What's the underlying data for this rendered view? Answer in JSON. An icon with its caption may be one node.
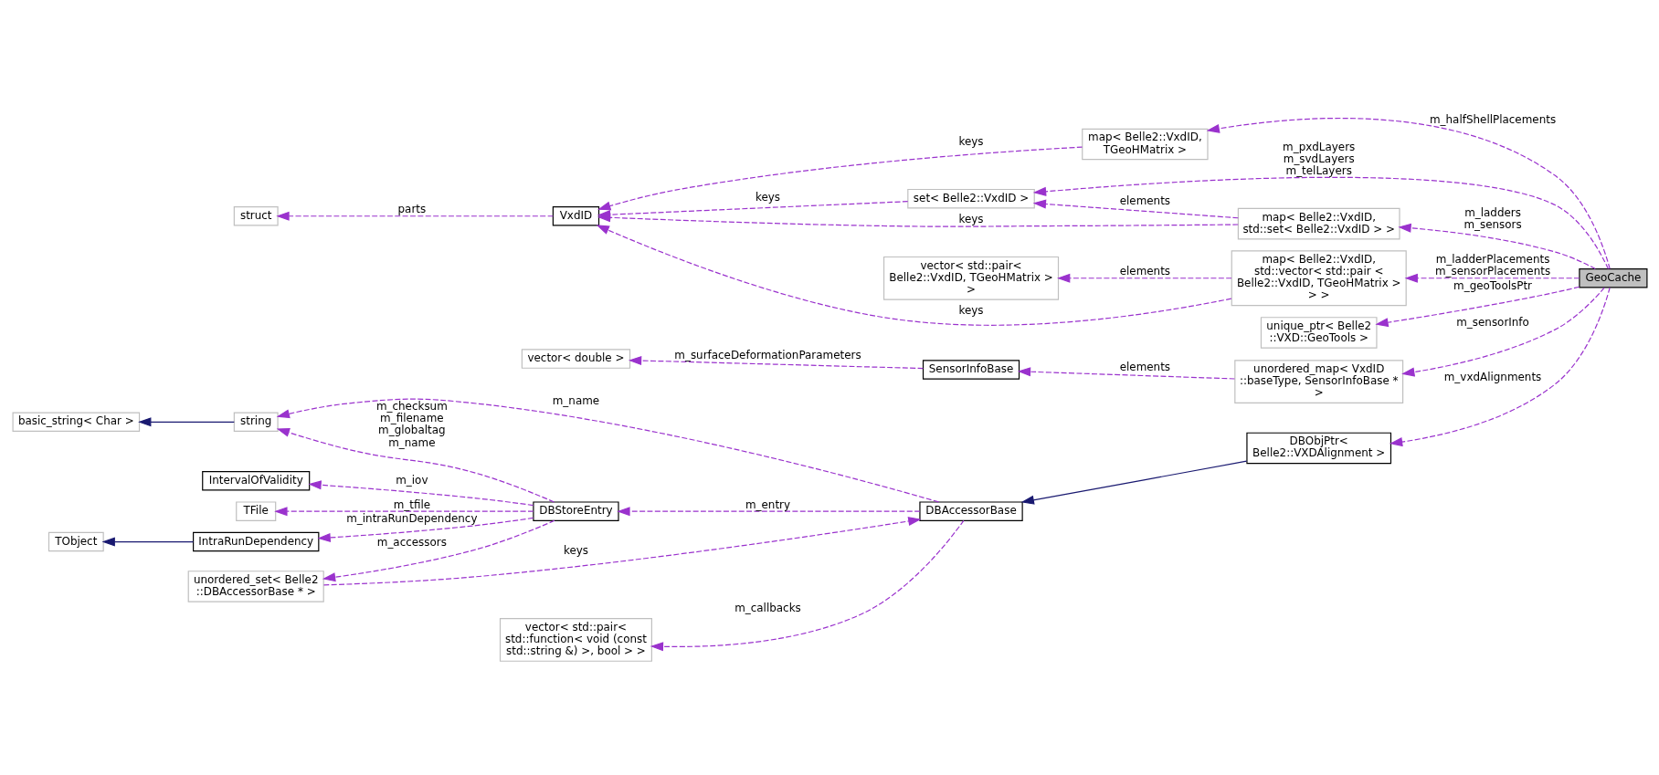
{
  "diagram": {
    "nodes": [
      {
        "text": [
          "GeoCache"
        ]
      },
      {
        "text": [
          "map< Belle2::VxdID, std::vector< std::pair < Belle2::VxdID, TGeoHMatrix > > >"
        ]
      },
      {
        "text": [
          "vector< std::pair< Belle2::VxdID, TGeoHMatrix > >"
        ]
      },
      {
        "text": [
          "VxdID"
        ]
      },
      {
        "text": [
          "struct"
        ]
      },
      {
        "text": [
          "map< Belle2::VxdID, std::set< Belle2::VxdID > >"
        ]
      },
      {
        "text": [
          "set< Belle2::VxdID >"
        ]
      },
      {
        "text": [
          "unique_ptr< Belle2 ::VXD::GeoTools >"
        ]
      },
      {
        "text": [
          "map< Belle2::VxdID, TGeoHMatrix >"
        ]
      },
      {
        "text": [
          "unordered_map< VxdID ::baseType, SensorInfoBase * >"
        ]
      },
      {
        "text": [
          "SensorInfoBase"
        ]
      },
      {
        "text": [
          "vector< double >"
        ]
      },
      {
        "text": [
          "DBObjPtr< Belle2::VXDAlignment >"
        ]
      },
      {
        "text": [
          "DBAccessorBase"
        ]
      },
      {
        "text": [
          "vector< std::pair< std::function< void (const std::string &) >, bool > >"
        ]
      },
      {
        "text": [
          "string"
        ]
      },
      {
        "text": [
          "basic_string< Char >"
        ]
      },
      {
        "text": [
          "DBStoreEntry"
        ]
      },
      {
        "text": [
          "unordered_set< Belle2 ::DBAccessorBase * >"
        ]
      },
      {
        "text": [
          "IntervalOfValidity"
        ]
      },
      {
        "text": [
          "TFile"
        ]
      },
      {
        "text": [
          "TObject"
        ]
      },
      {
        "text": [
          "IntraRunDependency"
        ]
      }
    ],
    "edges": [
      {
        "from": 0,
        "to": 1,
        "arrow": "to",
        "label": "m_ladderPlacements m_sensorPlacements",
        "style": "dashed"
      },
      {
        "from": 1,
        "to": 2,
        "arrow": "to",
        "label": "elements",
        "style": "dashed"
      },
      {
        "from": 1,
        "to": 3,
        "arrow": "to",
        "label": "keys",
        "style": "dashed"
      },
      {
        "from": 5,
        "to": 3,
        "arrow": "to",
        "label": "keys",
        "style": "dashed"
      },
      {
        "from": 3,
        "to": 4,
        "arrow": "to",
        "label": "parts",
        "style": "dashed"
      },
      {
        "from": 6,
        "to": 3,
        "arrow": "to",
        "label": "keys",
        "style": "dashed"
      },
      {
        "from": 8,
        "to": 3,
        "arrow": "to",
        "label": "keys",
        "style": "dashed"
      },
      {
        "from": 5,
        "to": 6,
        "arrow": "to",
        "label": "elements",
        "style": "dashed"
      },
      {
        "from": 0,
        "to": 5,
        "arrow": "to",
        "label": "m_ladders m_sensors",
        "style": "dashed"
      },
      {
        "from": 0,
        "to": 7,
        "arrow": "to",
        "label": "m_geoToolsPtr",
        "style": "dashed"
      },
      {
        "from": 0,
        "to": 6,
        "arrow": "to",
        "label": "m_pxdLayers m_svdLayers m_telLayers",
        "style": "dashed"
      },
      {
        "from": 0,
        "to": 8,
        "arrow": "to",
        "label": "m_halfShellPlacements",
        "style": "dashed"
      },
      {
        "from": 0,
        "to": 9,
        "arrow": "to",
        "label": "m_sensorInfo",
        "style": "dashed"
      },
      {
        "from": 9,
        "to": 10,
        "arrow": "to",
        "label": "elements",
        "style": "dashed"
      },
      {
        "from": 10,
        "to": 11,
        "arrow": "to",
        "label": "m_surfaceDeformationParameters",
        "style": "dashed"
      },
      {
        "from": 0,
        "to": 12,
        "arrow": "to",
        "label": "m_vxdAlignments",
        "style": "dashed"
      },
      {
        "from": 12,
        "to": 13,
        "arrow": "to",
        "color": "#191970"
      },
      {
        "from": 13,
        "to": 14,
        "arrow": "to",
        "label": "m_callbacks",
        "style": "dashed"
      },
      {
        "from": 13,
        "to": 15,
        "arrow": "to",
        "label": "m_name",
        "style": "dashed"
      },
      {
        "from": 15,
        "to": 16,
        "arrow": "to",
        "color": "#191970"
      },
      {
        "from": 13,
        "to": 17,
        "arrow": "to",
        "label": "m_entry",
        "style": "dashed"
      },
      {
        "from": 18,
        "to": 13,
        "arrow": "to",
        "label": "keys",
        "style": "dashed"
      },
      {
        "from": 17,
        "to": 18,
        "arrow": "to",
        "label": "m_accessors",
        "style": "dashed"
      },
      {
        "from": 17,
        "to": 15,
        "arrow": "to",
        "label": "m_checksum m_filename m_globaltag m_name",
        "style": "dashed"
      },
      {
        "from": 17,
        "to": 19,
        "arrow": "to",
        "label": "m_iov",
        "style": "dashed"
      },
      {
        "from": 17,
        "to": 20,
        "arrow": "to",
        "label": "m_tfile",
        "style": "dashed"
      },
      {
        "from": 17,
        "to": 22,
        "arrow": "to",
        "label": "m_intraRunDependency",
        "style": "dashed"
      },
      {
        "from": 22,
        "to": 21,
        "arrow": "to",
        "color": "#191970"
      }
    ]
  }
}
